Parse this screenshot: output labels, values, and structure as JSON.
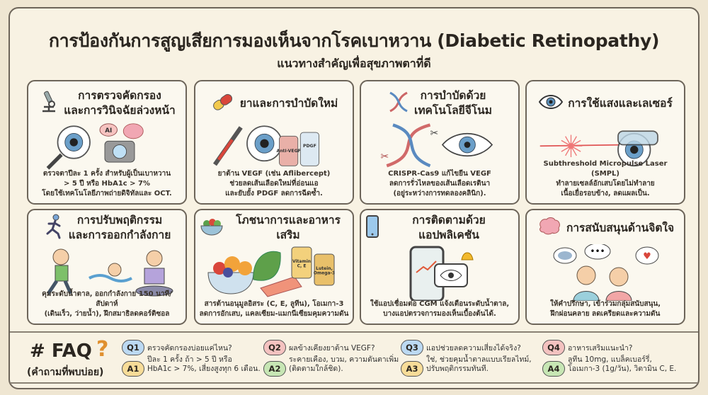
{
  "header": {
    "title": "การป้องกันการสูญเสียการมองเห็นจากโรคเบาหวาน (Diabetic Retinopathy)",
    "subtitle": "แนวทางสำคัญเพื่อสุขภาพตาที่ดี"
  },
  "cards": [
    {
      "icon": "microscope-icon",
      "title": "การตรวจคัดกรอง\nและการวินิจฉัยล่วงหน้า",
      "illustration": "eye-magnifier-camera-ai",
      "labels": [
        "AI"
      ],
      "body": "ตรวจตาปีละ 1 ครั้ง สำหรับผู้เป็นเบาหวาน\n> 5 ปี หรือ HbA1c > 7%\nโดยใช้เทคโนโลยีภาพถ่ายดิจิทัลและ OCT."
    },
    {
      "icon": "pill-icon",
      "title": "ยาและการบำบัดใหม่",
      "illustration": "syringe-eye-vials",
      "labels": [
        "Anti-VEGF",
        "PDGF"
      ],
      "body": "ยาต้าน VEGF (เช่น Aflibercept)\nช่วยลดเส้นเลือดใหม่ที่อ่อนแอ\nและยับยั้ง PDGF ลดการฉีดซ้ำ."
    },
    {
      "icon": "dna-icon",
      "title": "การบำบัดด้วย\nเทคโนโลยีจีโนม",
      "illustration": "dna-scissors-eye",
      "labels": [],
      "body": "CRISPR-Cas9 แก้ไขยีน VEGF\nลดการรั่วไหลของเส้นเลือดเรตินา\n(อยู่ระหว่างการทดลองคลินิก)."
    },
    {
      "icon": "eye-icon",
      "title": "การใช้แสงและเลเซอร์",
      "illustration": "laser-goggles-eye",
      "labels": [],
      "body": "Subthreshold Micropulse Laser (SMPL)\nทำลายเซลล์อักเสบโดยไม่ทำลาย\nเนื้อเยื่อรอบข้าง, ลดแผลเป็น."
    },
    {
      "icon": "runner-icon",
      "title": "การปรับพฤติกรรม\nและการออกกำลังกาย",
      "illustration": "run-swim-yoga",
      "labels": [],
      "body": "คุมระดับน้ำตาล, ออกกำลังกาย 150 นาที/สัปดาห์\n(เดินเร็ว, ว่ายน้ำ), ฝึกสมาธิลดคอร์ติซอล"
    },
    {
      "icon": "salad-icon",
      "title": "โภชนาการและอาหารเสริม",
      "illustration": "fruit-greens-salmon-supplements",
      "labels": [
        "Vitamin\nC, E",
        "Lutein,\nOmega-3"
      ],
      "body": "สารต้านอนุมูลอิสระ (C, E, ลูทีน), โอเมกา-3\nลดการอักเสบ, แคลเซียม-แมกนีเซียมคุมความดัน"
    },
    {
      "icon": "phone-icon",
      "title": "การติดตามด้วยแอปพลิเคชัน",
      "illustration": "phone-chart-eye-bell",
      "labels": [],
      "body": "ใช้แอปเชื่อมต่อ CGM แจ้งเตือนระดับน้ำตาล,\nบางแอปตรวจการมองเห็นเบื้องต้นได้."
    },
    {
      "icon": "brain-icon",
      "title": "การสนับสนุนด้านจิตใจ",
      "illustration": "two-people-talking",
      "labels": [],
      "body": "ให้คำปรึกษา, เข้าร่วมกลุ่มสนับสนุน,\nฝึกผ่อนคลาย ลดเครียดและความดัน"
    }
  ],
  "faq": {
    "title": "# FAQ",
    "subtitle": "(คำถามที่พบบ่อย)",
    "items": [
      {
        "q_label": "Q1",
        "q": "ตรวจคัดกรองบ่อยแค่ไหน?",
        "a_label": "A1",
        "a": "ปีละ 1 ครั้ง ถ้า > 5 ปี หรือ\nHbA1c > 7%, เสี่ยงสูงทุก 6 เดือน."
      },
      {
        "q_label": "Q2",
        "q": "ผลข้างเคียงยาต้าน VEGF?",
        "a_label": "A2",
        "a": "ระคายเคือง, บวม, ความดันตาเพิ่ม\n(ติดตามใกล้ชิด)."
      },
      {
        "q_label": "Q3",
        "q": "แอปช่วยลดความเสี่ยงได้จริง?",
        "a_label": "A3",
        "a": "ใช่, ช่วยคุมน้ำตาลแบบเรียลไทม์,\nปรับพฤติกรรมทันที."
      },
      {
        "q_label": "Q4",
        "q": "อาหารเสริมแนะนำ?",
        "a_label": "A4",
        "a": "ลูทีน 10mg, แบล็คเบอร์รี่,\nโอเมกา-3 (1g/วัน), วิตามิน C, E."
      }
    ]
  },
  "colors": {
    "background": "#efe6d2",
    "card": "#fbf8ef",
    "border": "#6d655a",
    "q_blue": "#bcd9f2",
    "q_pink": "#f4c2c0",
    "a_yellow": "#f7dc98",
    "a_green": "#c7e6b4",
    "accent_orange": "#e0902f"
  }
}
